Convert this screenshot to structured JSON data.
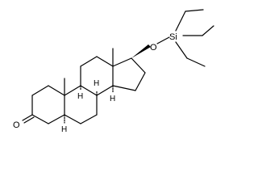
{
  "atoms": {
    "oxygen_ketone": "O",
    "oxygen_ether": "O",
    "silicon": "Si",
    "h_c5": "H",
    "h_c8": "H",
    "h_c9": "H",
    "h_c14": "H"
  }
}
